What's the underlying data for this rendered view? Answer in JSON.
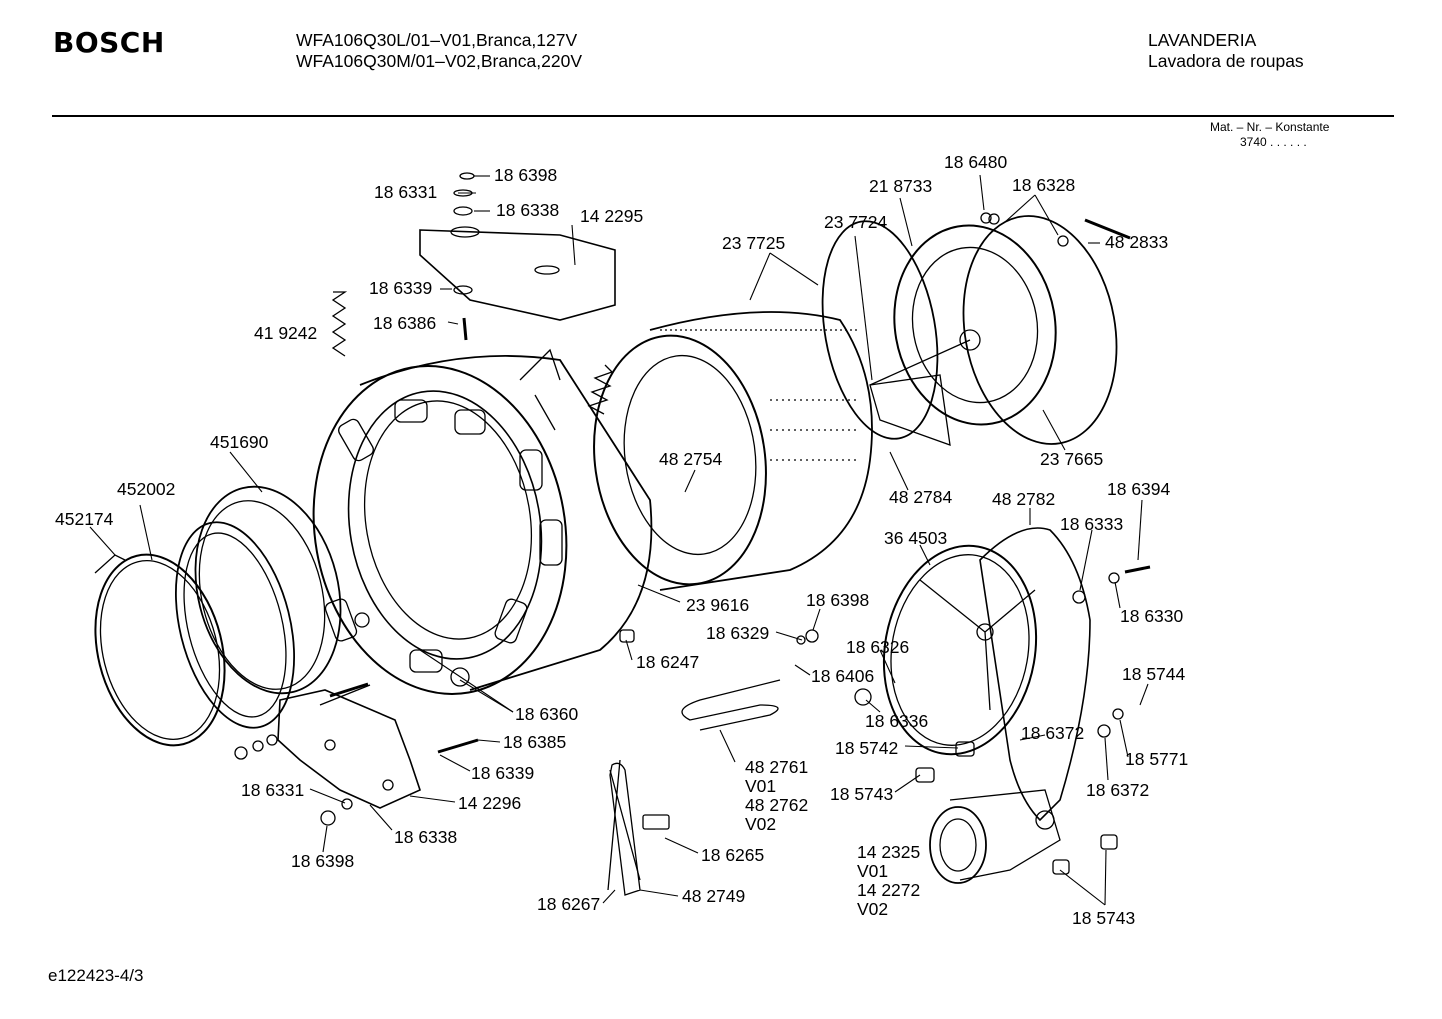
{
  "header": {
    "brand": "BOSCH",
    "model_line_1": "WFA106Q30L/01–V01,Branca,127V",
    "model_line_2": "WFA106Q30M/01–V02,Branca,220V",
    "category": "LAVANDERIA",
    "subcategory": "Lavadora de roupas",
    "mat_label": "Mat. – Nr. – Konstante",
    "mat_value": "3740 .  .  .  .  .  ."
  },
  "footer": {
    "doc_id": "e122423-4/3"
  },
  "labels": {
    "l01": "18 6398",
    "l02": "18 6331",
    "l03": "18 6338",
    "l04": "14 2295",
    "l05": "18 6339",
    "l06": "18 6386",
    "l07": "41 9242",
    "l08": "451690",
    "l09": "452002",
    "l10": "452174",
    "l11": "23 7725",
    "l12": "23 7724",
    "l13": "21 8733",
    "l14": "18 6480",
    "l15": "18 6328",
    "l16": "48 2833",
    "l17": "48 2754",
    "l18": "23 7665",
    "l19": "48 2784",
    "l20": "48 2782",
    "l21": "18 6394",
    "l22": "18 6333",
    "l23": "36 4503",
    "l24": "18 6330",
    "l25": "23 9616",
    "l26": "18 6398",
    "l27": "18 6329",
    "l28": "18 6326",
    "l29": "18 6247",
    "l30": "18 6406",
    "l31": "18 6336",
    "l32": "18 5744",
    "l33": "18 6360",
    "l34": "18 6385",
    "l35": "18 5742",
    "l36": "18 6372",
    "l37": "18 5771",
    "l38": "18 6339",
    "l39": "18 5743",
    "l40": "18 6372",
    "l41": "18 6331",
    "l42": "14 2296",
    "l43": "18 6338",
    "l44": "18 6398",
    "l45": "18 6265",
    "l46": "18 6267",
    "l47": "48 2749",
    "l48": "18 5743"
  },
  "heater_block": [
    "48 2761",
    "V01",
    "48 2762",
    "V02"
  ],
  "motor_block": [
    "14 2325",
    "V01",
    "14 2272",
    "V02"
  ]
}
